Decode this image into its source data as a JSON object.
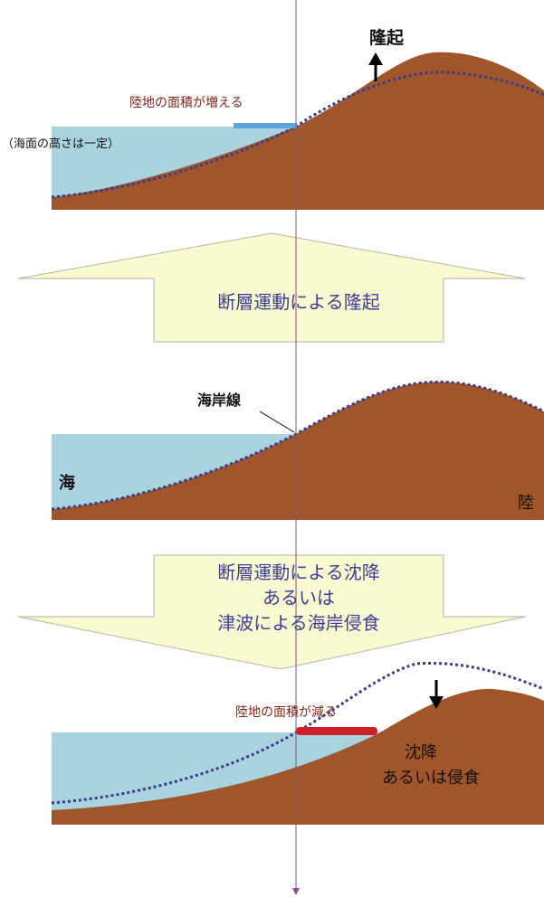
{
  "panels": {
    "top": {
      "uplift_label": "隆起",
      "land_increase_label": "陸地の面積が増える",
      "sea_level_note": "（海面の高さは一定）"
    },
    "arrow_up": {
      "text": "断層運動による隆起"
    },
    "middle": {
      "coastline_label": "海岸線",
      "sea_label": "海",
      "land_label": "陸"
    },
    "arrow_down": {
      "line1": "断層運動による沈降",
      "line2": "あるいは",
      "line3": "津波による海岸侵食"
    },
    "bottom": {
      "land_decrease_label": "陸地の面積が減る",
      "subsidence_line1": "沈降",
      "subsidence_line2": "あるいは侵食"
    }
  },
  "colors": {
    "sea": "#a9d3df",
    "land": "#a0552a",
    "dotted_profile": "#3c3a8c",
    "arrow_fill": "#fafad2",
    "arrow_text": "#3b3f8f",
    "increase_bar": "#5aa7d8",
    "decrease_bar": "#cc1f2a",
    "brown_text": "#7a2a1a",
    "reference_line": "#8a4a8a"
  }
}
